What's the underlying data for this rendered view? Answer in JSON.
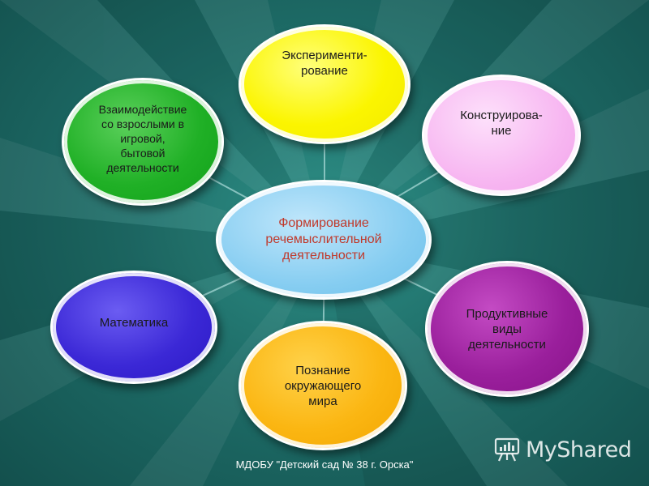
{
  "diagram": {
    "center": "Формирование\nречемыслительной\nдеятельности",
    "nodes": {
      "experimenting": "Эксперименти-\nрование",
      "constructing": "Конструирова-\nние",
      "productive": "Продуктивные\nвиды\nдеятельности",
      "cognition": "Познание\nокружающего\nмира",
      "math": "Математика",
      "interaction": "Взаимодействие\nсо взрослыми  в\nигровой,\nбытовой\nдеятельности"
    }
  },
  "footer": "МДОБУ \"Детский сад № 38 г. Орска\"",
  "watermark": "MyShared",
  "colors": {
    "background": "#1e6d68",
    "center": "#86cdf1",
    "center_text": "#c0392b",
    "experimenting": "#fbf500",
    "constructing": "#f7b6f1",
    "productive": "#9a1f9c",
    "cognition": "#fbb612",
    "math": "#3b28d6",
    "interaction": "#20b026"
  }
}
